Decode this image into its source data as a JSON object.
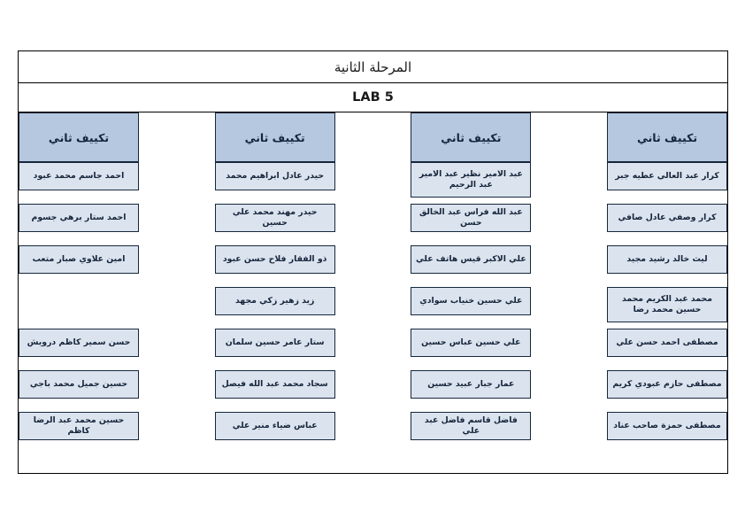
{
  "document": {
    "title_stage": "المرحلة الثانية",
    "title_lab": "LAB 5"
  },
  "colors": {
    "header_fill": "#b6c7e0",
    "cell_fill": "#dbe3ee",
    "border": "#16283c",
    "text": "#14243a"
  },
  "table": {
    "column_header_label": "تكييف ثاني",
    "columns": [
      {
        "header": "تكييف ثاني",
        "cells": [
          "كرار عبد العالي عطيه جبر",
          "كرار وصفي عادل صافي",
          "ليث خالد رشيد مجيد",
          "محمد عبد الكريم محمد حسين محمد رضا",
          "مصطفى احمد حسن علي",
          "مصطفى حازم عبودي كريم",
          "مصطفى حمزة صاحب عناد"
        ]
      },
      {
        "header": "تكييف ثاني",
        "cells": [
          "عبد الامير نظير عبد الامير عبد الرحيم",
          "عبد الله فراس عبد الخالق حسن",
          "علي الاكبر قيس هاتف علي",
          "علي حسين خنياب سوادي",
          "علي حسين عباس حسين",
          "عمار جبار عبيد حسين",
          "فاضل قاسم فاضل عبد علي"
        ]
      },
      {
        "header": "تكييف ثاني",
        "cells": [
          "حيدر عادل ابراهيم محمد",
          "حيدر مهند محمد علي حسين",
          "ذو الفقار فلاح حسن عبود",
          "زيد زهير زكي مجهد",
          "ستار عامر حسين سلمان",
          "سجاد محمد عبد الله فيصل",
          "عباس ضياء منير علي"
        ]
      },
      {
        "header": "تكييف ثاني",
        "cells": [
          "احمد جاسم محمد عبود",
          "احمد ستار برهي جسوم",
          "امين علاوي صبار متعب",
          "",
          "حسن سمير كاظم درويش",
          "حسين جميل محمد باجي",
          "حسين محمد عبد الرضا كاظم"
        ]
      }
    ]
  }
}
